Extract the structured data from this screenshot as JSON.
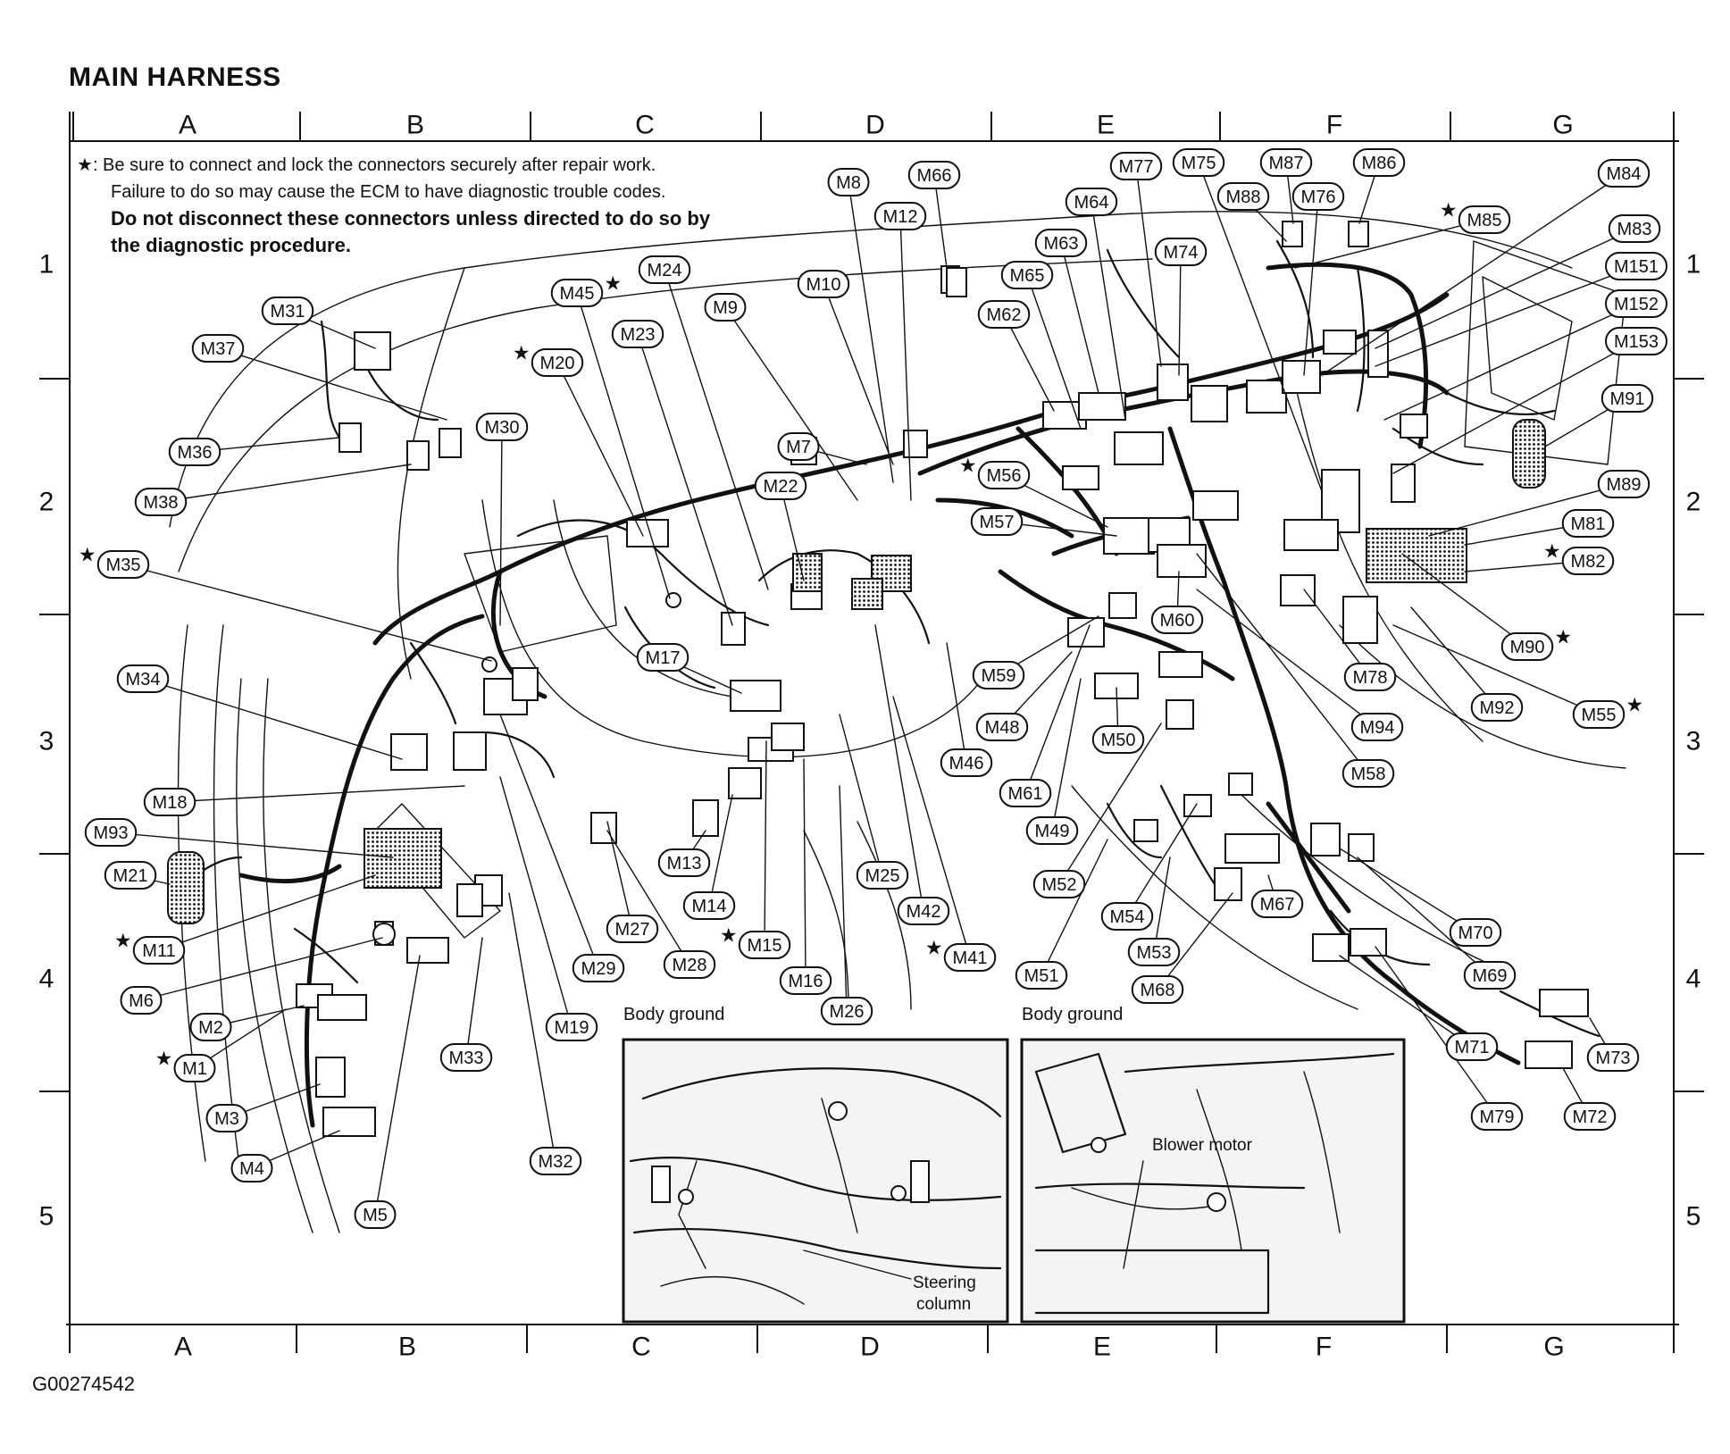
{
  "title": "MAIN HARNESS",
  "figure_id": "G00274542",
  "note": {
    "star": "★",
    "line1": ": Be sure to connect and lock the connectors securely after repair work.",
    "line2": "Failure to do so may cause the ECM to have diagnostic trouble codes.",
    "line3": "Do not disconnect these connectors unless directed to do so by",
    "line4": "the diagnostic procedure."
  },
  "grid": {
    "columns": [
      "A",
      "B",
      "C",
      "D",
      "E",
      "F",
      "G"
    ],
    "rows": [
      "1",
      "2",
      "3",
      "4",
      "5"
    ]
  },
  "insets": {
    "left_caption": "Body ground",
    "right_caption": "Body ground",
    "left_note_1": "Steering",
    "left_note_2": "column",
    "right_note": "Blower motor"
  },
  "connectors": [
    {
      "id": "M1",
      "star": true
    },
    {
      "id": "M2"
    },
    {
      "id": "M3"
    },
    {
      "id": "M4"
    },
    {
      "id": "M5"
    },
    {
      "id": "M6"
    },
    {
      "id": "M7"
    },
    {
      "id": "M8"
    },
    {
      "id": "M9"
    },
    {
      "id": "M10"
    },
    {
      "id": "M11",
      "star": true
    },
    {
      "id": "M12"
    },
    {
      "id": "M13"
    },
    {
      "id": "M14"
    },
    {
      "id": "M15",
      "star": true
    },
    {
      "id": "M16"
    },
    {
      "id": "M17"
    },
    {
      "id": "M18"
    },
    {
      "id": "M19"
    },
    {
      "id": "M20",
      "star": true
    },
    {
      "id": "M21"
    },
    {
      "id": "M22"
    },
    {
      "id": "M23"
    },
    {
      "id": "M24"
    },
    {
      "id": "M25"
    },
    {
      "id": "M26"
    },
    {
      "id": "M27"
    },
    {
      "id": "M28"
    },
    {
      "id": "M29"
    },
    {
      "id": "M30"
    },
    {
      "id": "M31"
    },
    {
      "id": "M32"
    },
    {
      "id": "M33"
    },
    {
      "id": "M34"
    },
    {
      "id": "M35",
      "star": true
    },
    {
      "id": "M36"
    },
    {
      "id": "M37"
    },
    {
      "id": "M38"
    },
    {
      "id": "M41",
      "star": true
    },
    {
      "id": "M42"
    },
    {
      "id": "M45",
      "star": true
    },
    {
      "id": "M46"
    },
    {
      "id": "M48"
    },
    {
      "id": "M49"
    },
    {
      "id": "M50"
    },
    {
      "id": "M51"
    },
    {
      "id": "M52"
    },
    {
      "id": "M53"
    },
    {
      "id": "M54"
    },
    {
      "id": "M55",
      "star": true
    },
    {
      "id": "M56",
      "star": true
    },
    {
      "id": "M57"
    },
    {
      "id": "M58"
    },
    {
      "id": "M59"
    },
    {
      "id": "M60"
    },
    {
      "id": "M61"
    },
    {
      "id": "M62"
    },
    {
      "id": "M63"
    },
    {
      "id": "M64"
    },
    {
      "id": "M65"
    },
    {
      "id": "M66"
    },
    {
      "id": "M67"
    },
    {
      "id": "M68"
    },
    {
      "id": "M69"
    },
    {
      "id": "M70"
    },
    {
      "id": "M71"
    },
    {
      "id": "M72"
    },
    {
      "id": "M73"
    },
    {
      "id": "M74"
    },
    {
      "id": "M75"
    },
    {
      "id": "M76"
    },
    {
      "id": "M77"
    },
    {
      "id": "M78"
    },
    {
      "id": "M79"
    },
    {
      "id": "M81"
    },
    {
      "id": "M82",
      "star": true
    },
    {
      "id": "M83"
    },
    {
      "id": "M84"
    },
    {
      "id": "M85",
      "star": true
    },
    {
      "id": "M86"
    },
    {
      "id": "M87"
    },
    {
      "id": "M88"
    },
    {
      "id": "M89"
    },
    {
      "id": "M90",
      "star": true
    },
    {
      "id": "M91"
    },
    {
      "id": "M92"
    },
    {
      "id": "M93"
    },
    {
      "id": "M94"
    },
    {
      "id": "M151"
    },
    {
      "id": "M152"
    },
    {
      "id": "M153"
    }
  ]
}
